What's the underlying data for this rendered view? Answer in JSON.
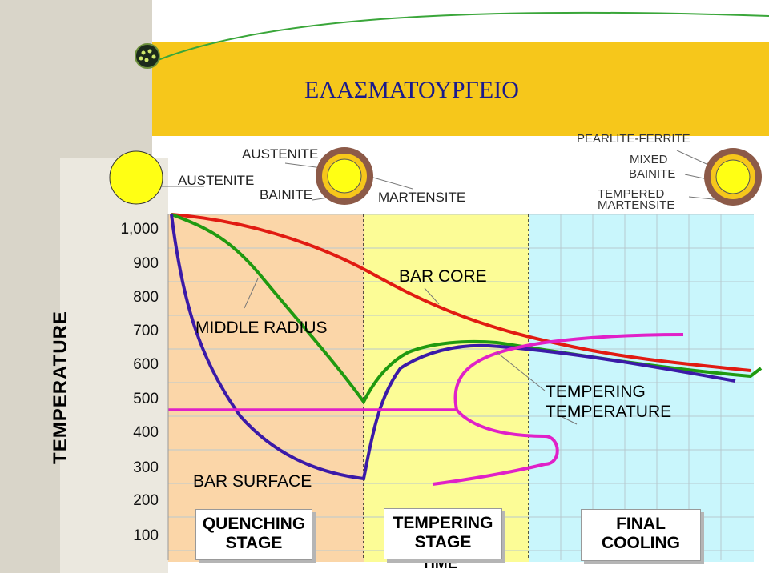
{
  "header": {
    "title": "ΕΛΑΣΜΑΤΟΥΡΓΕΙΟ"
  },
  "axis": {
    "y_title": "TEMPERATURE",
    "y_ticks": [
      "1,000",
      "900",
      "800",
      "700",
      "600",
      "500",
      "400",
      "300",
      "200",
      "100"
    ],
    "x_title": "TIME"
  },
  "curves": {
    "core": "BAR CORE",
    "middle": "MIDDLE RADIUS",
    "surface": "BAR SURFACE",
    "tempering": [
      "TEMPERING",
      "TEMPERATURE"
    ]
  },
  "stages": {
    "quenching": [
      "QUENCHING",
      "STAGE"
    ],
    "tempering": [
      "TEMPERING",
      "STAGE"
    ],
    "final": [
      "FINAL",
      "COOLING"
    ]
  },
  "microstructure": {
    "left_austenite": "AUSTENITE",
    "mid_austenite": "AUSTENITE",
    "mid_bainite": "BAINITE",
    "martensite": "MARTENSITE",
    "pearlite_ferrite": "PEARLITE-FERRITE",
    "mixed": "MIXED",
    "bainite": "BAINITE",
    "tempered": "TEMPERED",
    "tempered_martensite": "MARTENSITE"
  },
  "colors": {
    "core": "#e11b12",
    "middle": "#1f9a10",
    "surface": "#3b1aa8",
    "tempering": "#e020c8",
    "title_band": "#f6c71b",
    "title_text": "#1a1a8c"
  }
}
